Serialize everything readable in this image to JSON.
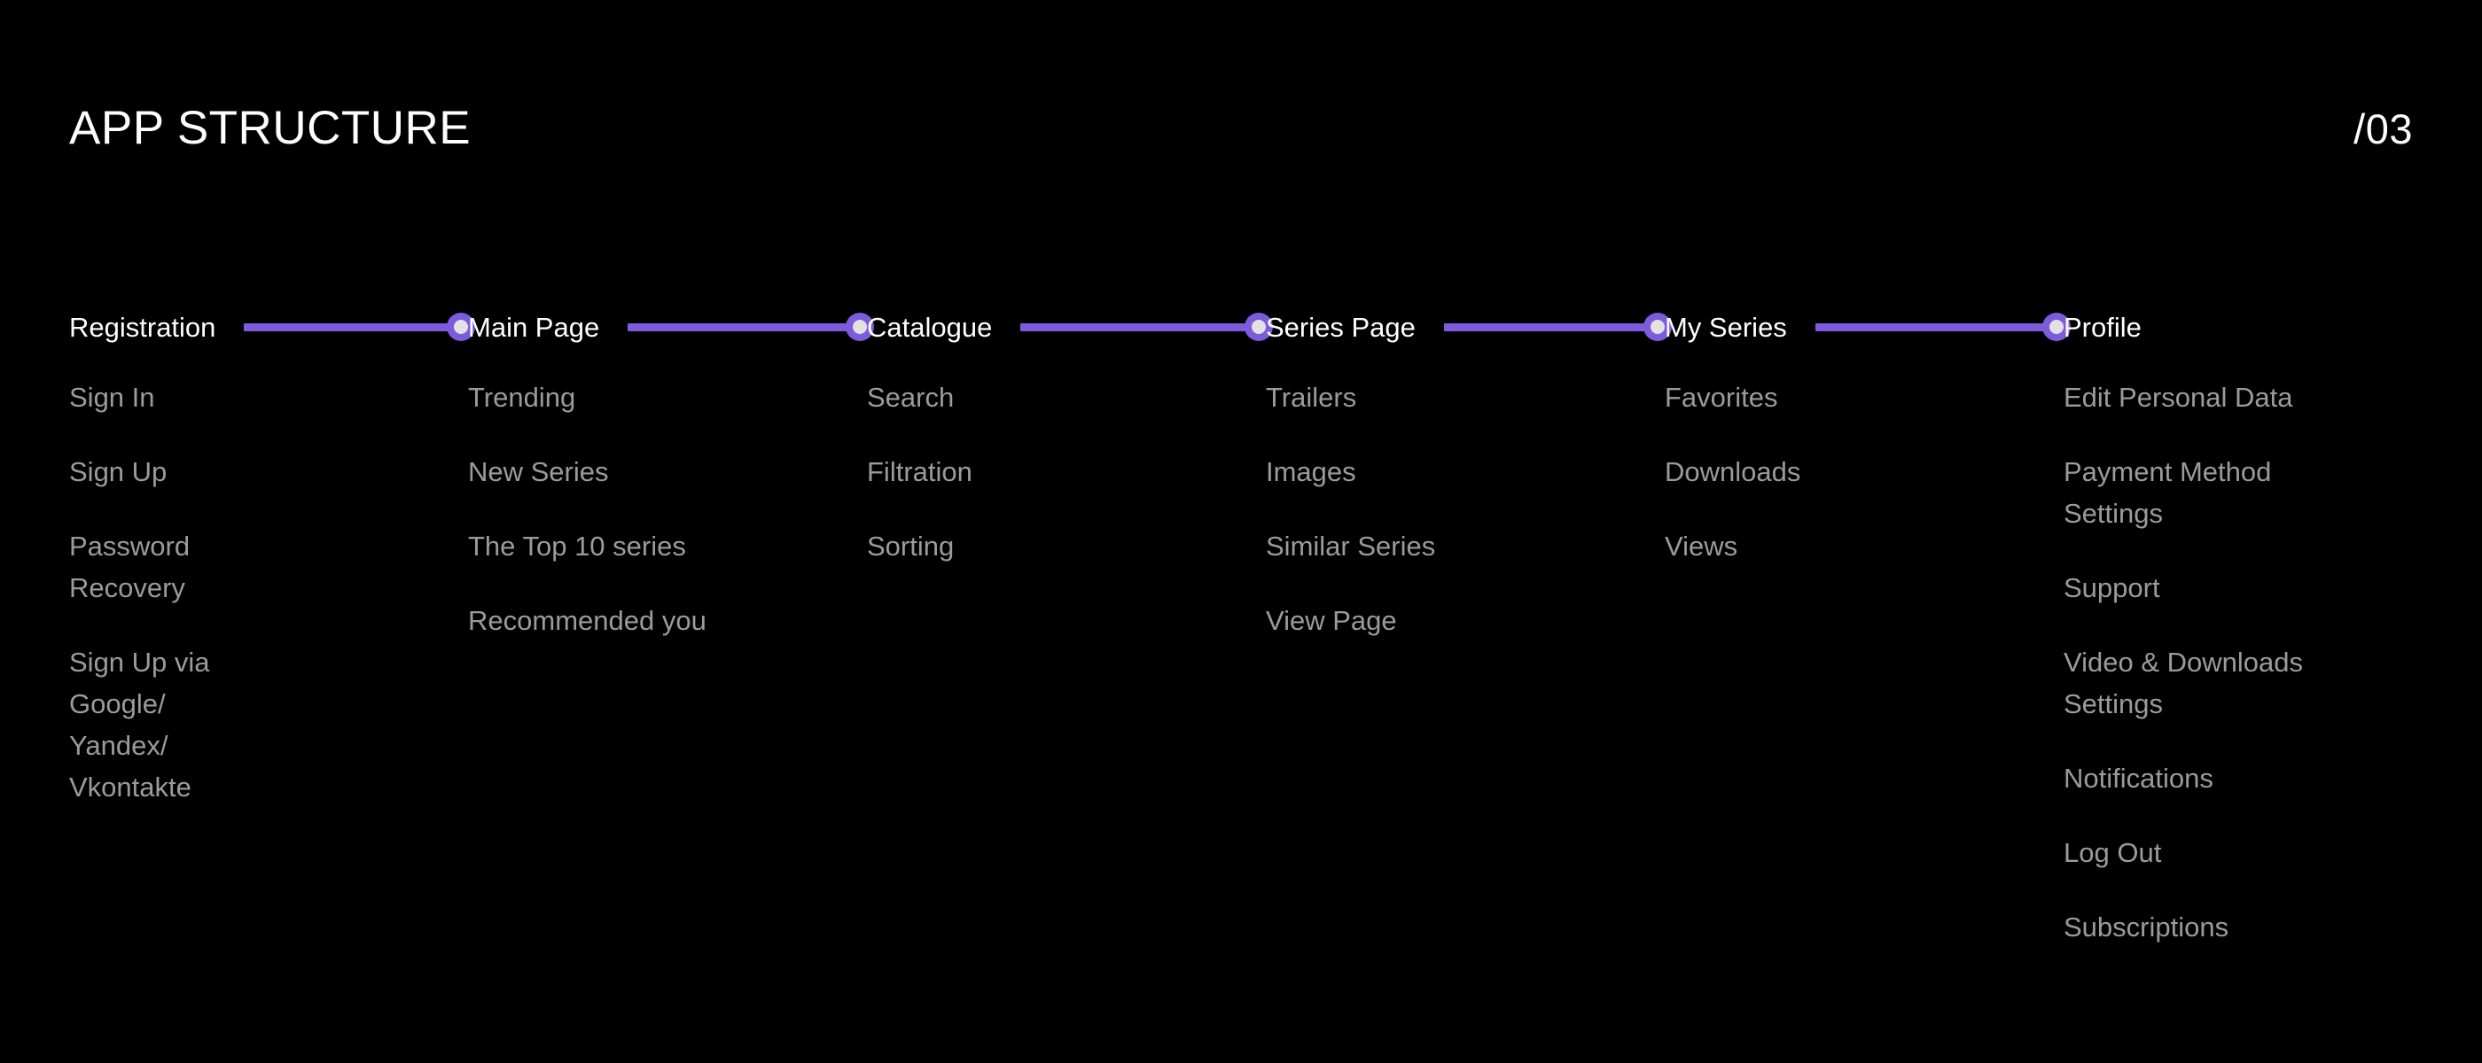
{
  "header": {
    "title": "APP STRUCTURE",
    "page_number": "/03"
  },
  "theme": {
    "background": "#000000",
    "title_color": "#ffffff",
    "section_title_color": "#ffffff",
    "sub_item_color": "#9b9b9b",
    "accent": "#7e5bdc",
    "dot_inner": "#e2e2e2"
  },
  "flow": {
    "connector_icon": "arrow-connector-line-dot",
    "columns": [
      {
        "title": "Registration",
        "items": [
          "Sign In",
          "Sign Up",
          "Password\nRecovery",
          "Sign Up via\nGoogle/\nYandex/\nVkontakte"
        ]
      },
      {
        "title": "Main Page",
        "items": [
          "Trending",
          "New Series",
          "The Top 10 series",
          "Recommended you"
        ]
      },
      {
        "title": "Catalogue",
        "items": [
          "Search",
          "Filtration",
          "Sorting"
        ]
      },
      {
        "title": "Series Page",
        "items": [
          "Trailers",
          "Images",
          "Similar Series",
          "View Page"
        ]
      },
      {
        "title": "My Series",
        "items": [
          "Favorites",
          "Downloads",
          "Views"
        ]
      },
      {
        "title": "Profile",
        "items": [
          "Edit Personal Data",
          "Payment Method Settings",
          "Support",
          "Video & Downloads\nSettings",
          "Notifications",
          "Log Out",
          "Subscriptions"
        ]
      }
    ]
  }
}
